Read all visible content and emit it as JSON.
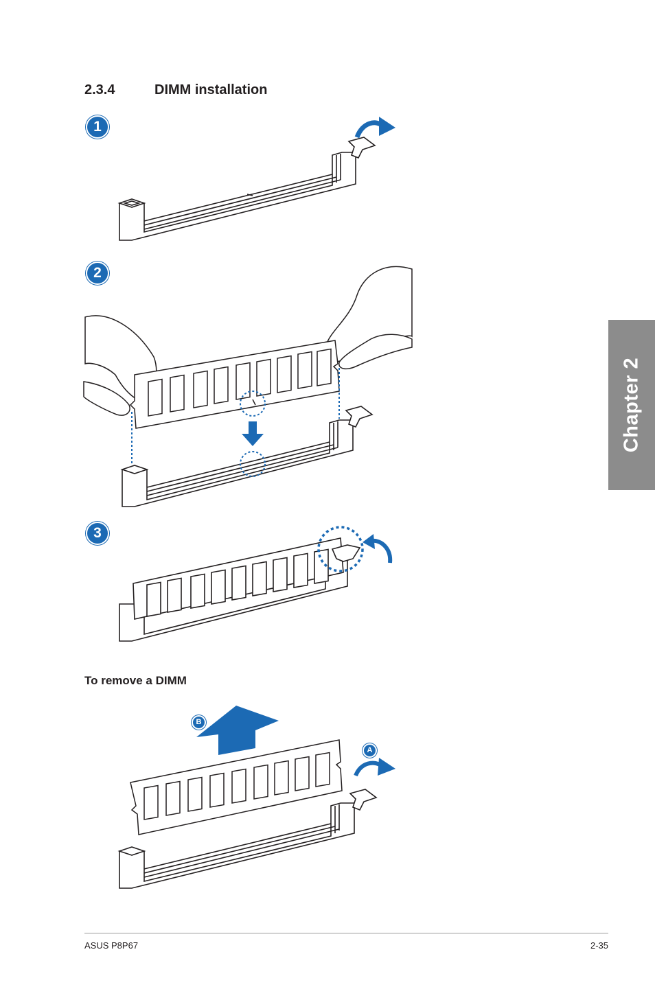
{
  "section": {
    "number": "2.3.4",
    "title": "DIMM installation"
  },
  "steps": [
    {
      "label": "1"
    },
    {
      "label": "2"
    },
    {
      "label": "3"
    }
  ],
  "remove": {
    "heading": "To remove a DIMM",
    "label_a": "A",
    "label_b": "B"
  },
  "chapter_tab": "Chapter 2",
  "footer": {
    "left": "ASUS P8P67",
    "right": "2-35"
  },
  "colors": {
    "accent": "#1c6ab4",
    "tab": "#8c8c8c"
  }
}
